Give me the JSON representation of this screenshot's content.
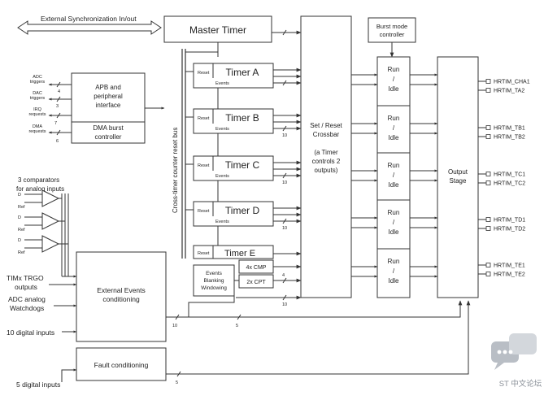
{
  "ext_sync": "External Synchronization In/out",
  "master_timer": "Master Timer",
  "burst_mode": [
    "Burst mode",
    "controller"
  ],
  "apb": [
    "APB and",
    "peripheral",
    "interface"
  ],
  "dma": [
    "DMA burst",
    "controller"
  ],
  "adc_triggers": [
    "ADC",
    "triggers"
  ],
  "dac_triggers": [
    "DAC",
    "triggers"
  ],
  "irq_requests": [
    "IRQ",
    "requests"
  ],
  "dma_requests": [
    "DMA",
    "requests"
  ],
  "timers": [
    {
      "name": "Timer A",
      "reset": "Reset",
      "events": "Events"
    },
    {
      "name": "Timer B",
      "reset": "Reset",
      "events": "Events"
    },
    {
      "name": "Timer C",
      "reset": "Reset",
      "events": "Events"
    },
    {
      "name": "Timer D",
      "reset": "Reset",
      "events": "Events"
    }
  ],
  "timer_e": {
    "name": "Timer E",
    "reset": "Reset",
    "cmp": "4x CMP",
    "cpt": "2x CPT"
  },
  "blanking": [
    "Events",
    "Blanking",
    "Windowing"
  ],
  "cross_bus": "Cross-timer counter reset bus",
  "crossbar": [
    "Set / Reset",
    "Crossbar",
    "",
    "(a Timer",
    "controls 2",
    "outputs)"
  ],
  "run_idle": [
    "Run",
    "/",
    "Idle"
  ],
  "output_stage": [
    "Output",
    "Stage"
  ],
  "outputs": [
    "HRTIM_CHA1",
    "HRTIM_TA2",
    "HRTIM_TB1",
    "HRTIM_TB2",
    "HRTIM_TC1",
    "HRTIM_TC2",
    "HRTIM_TD1",
    "HRTIM_TD2",
    "HRTIM_TE1",
    "HRTIM_TE2"
  ],
  "comparators": [
    "3 comparators",
    "for analog inputs"
  ],
  "comp_d": "D",
  "comp_ref": "Ref",
  "timx": [
    "TIMx TRGO",
    "outputs"
  ],
  "adc_wd": [
    "ADC analog",
    "Watchdogs"
  ],
  "digital10": "10 digital  inputs",
  "digital5": "5 digital inputs",
  "ext_events": [
    "External Events",
    "conditioning"
  ],
  "fault": "Fault conditioning",
  "bus_widths": {
    "adc": "4",
    "dac": "3",
    "irq": "7",
    "dma": "6",
    "ee": "10",
    "ee_out": "5",
    "fault_out": "5",
    "ev_b": "10",
    "ev_e": "10",
    "cmp": "4"
  },
  "watermark": "ST 中文论坛"
}
